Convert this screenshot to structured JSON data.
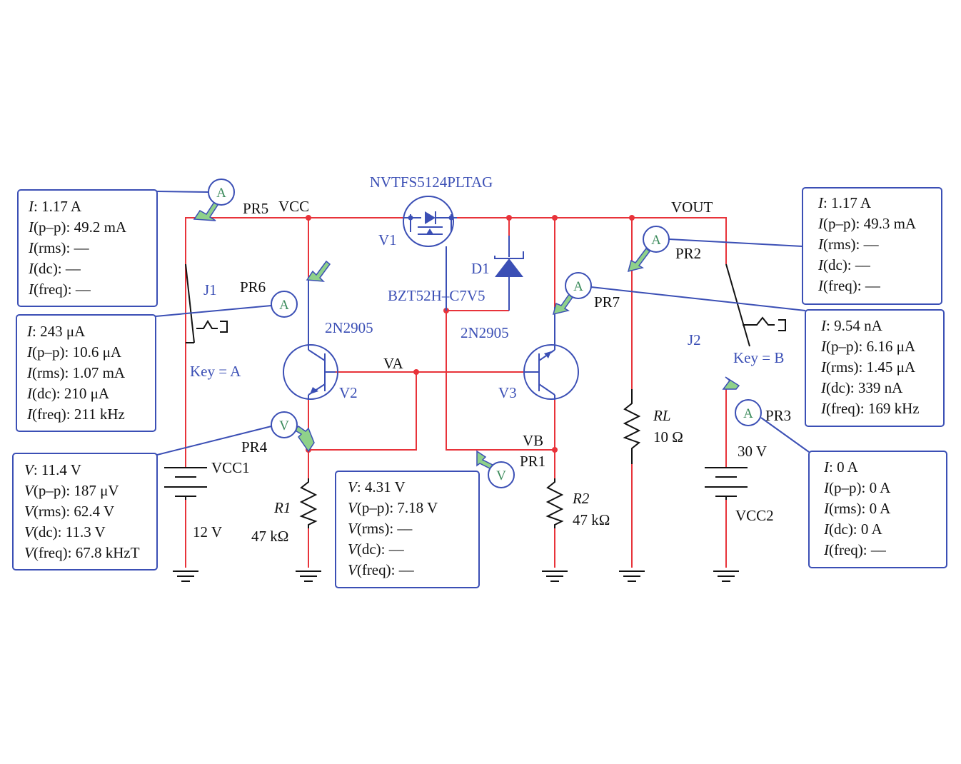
{
  "colors": {
    "wire": "#e8333a",
    "component": "#3b4fb5",
    "text": "#111111",
    "meter": "#3a8a5a",
    "probe": "#8fd18a"
  },
  "labels": {
    "mosfet_part": "NVTFS5124PLTAG",
    "V1": "V1",
    "D1": "D1",
    "diode_part": "BZT52H–C7V5",
    "V2_part": "2N2905",
    "V3_part": "2N2905",
    "V2": "V2",
    "V3": "V3",
    "VA": "VA",
    "VB": "VB",
    "VCC": "VCC",
    "VOUT": "VOUT",
    "J1": "J1",
    "J2": "J2",
    "key_a": "Key = A",
    "key_b": "Key = B",
    "VCC1": "VCC1",
    "VCC1_value": "12 V",
    "VCC2": "VCC2",
    "VCC2_value": "30 V",
    "R1": "R1",
    "R1_value": "47 kΩ",
    "R2": "R2",
    "R2_value": "47 kΩ",
    "RL": "RL",
    "RL_value": "10 Ω",
    "PR1": "PR1",
    "PR2": "PR2",
    "PR3": "PR3",
    "PR4": "PR4",
    "PR5": "PR5",
    "PR6": "PR6",
    "PR7": "PR7"
  },
  "meters": {
    "ammeter_symbol": "A",
    "voltmeter_symbol": "V"
  },
  "readouts": {
    "PR5": [
      {
        "name": "I",
        "rest": ": 1.17 A"
      },
      {
        "name": "I",
        "rest": "(p–p): 49.2 mA"
      },
      {
        "name": "I",
        "rest": "(rms): ––"
      },
      {
        "name": "I",
        "rest": "(dc): ––"
      },
      {
        "name": "I",
        "rest": "(freq): ––"
      }
    ],
    "PR6": [
      {
        "name": "I",
        "rest": ": 243 μA"
      },
      {
        "name": "I",
        "rest": "(p–p): 10.6 μA"
      },
      {
        "name": "I",
        "rest": "(rms): 1.07 mA"
      },
      {
        "name": "I",
        "rest": "(dc): 210 μA"
      },
      {
        "name": "I",
        "rest": "(freq): 211 kHz"
      }
    ],
    "PR4": [
      {
        "name": "V",
        "rest": ": 11.4 V"
      },
      {
        "name": "V",
        "rest": "(p–p): 187 μV"
      },
      {
        "name": "V",
        "rest": "(rms): 62.4 V"
      },
      {
        "name": "V",
        "rest": "(dc): 11.3 V"
      },
      {
        "name": "V",
        "rest": "(freq): 67.8 kHzT"
      }
    ],
    "PR1": [
      {
        "name": "V",
        "rest": ": 4.31 V"
      },
      {
        "name": "V",
        "rest": "(p–p): 7.18 V"
      },
      {
        "name": "V",
        "rest": "(rms): ––"
      },
      {
        "name": "V",
        "rest": "(dc): ––"
      },
      {
        "name": "V",
        "rest": "(freq): ––"
      }
    ],
    "PR2": [
      {
        "name": "I",
        "rest": ": 1.17 A"
      },
      {
        "name": "I",
        "rest": "(p–p): 49.3 mA"
      },
      {
        "name": "I",
        "rest": "(rms): ––"
      },
      {
        "name": "I",
        "rest": "(dc): ––"
      },
      {
        "name": "I",
        "rest": "(freq): ––"
      }
    ],
    "PR7": [
      {
        "name": "I",
        "rest": ": 9.54 nA"
      },
      {
        "name": "I",
        "rest": "(p–p): 6.16 μA"
      },
      {
        "name": "I",
        "rest": "(rms): 1.45 μA"
      },
      {
        "name": "I",
        "rest": "(dc): 339 nA"
      },
      {
        "name": "I",
        "rest": "(freq): 169 kHz"
      }
    ],
    "PR3": [
      {
        "name": "I",
        "rest": ": 0 A"
      },
      {
        "name": "I",
        "rest": "(p–p): 0 A"
      },
      {
        "name": "I",
        "rest": "(rms): 0 A"
      },
      {
        "name": "I",
        "rest": "(dc): 0 A"
      },
      {
        "name": "I",
        "rest": "(freq): ––"
      }
    ]
  }
}
